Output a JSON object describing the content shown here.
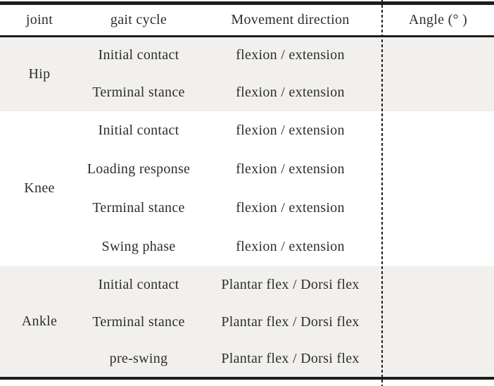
{
  "table": {
    "headers": {
      "joint": "joint",
      "gait_cycle": "gait cycle",
      "movement": "Movement direction",
      "angle": "Angle (° )"
    },
    "sections": [
      {
        "joint": "Hip",
        "rows": [
          {
            "gait": "Initial contact",
            "movement": "flexion / extension",
            "angle": ""
          },
          {
            "gait": "Terminal stance",
            "movement": "flexion / extension",
            "angle": ""
          }
        ]
      },
      {
        "joint": "Knee",
        "rows": [
          {
            "gait": "Initial contact",
            "movement": "flexion / extension",
            "angle": ""
          },
          {
            "gait": "Loading response",
            "movement": "flexion / extension",
            "angle": ""
          },
          {
            "gait": "Terminal stance",
            "movement": "flexion / extension",
            "angle": ""
          },
          {
            "gait": "Swing phase",
            "movement": "flexion / extension",
            "angle": ""
          }
        ]
      },
      {
        "joint": "Ankle",
        "rows": [
          {
            "gait": "Initial contact",
            "movement": "Plantar flex / Dorsi flex",
            "angle": ""
          },
          {
            "gait": "Terminal stance",
            "movement": "Plantar flex / Dorsi flex",
            "angle": ""
          },
          {
            "gait": "pre-swing",
            "movement": "Plantar flex / Dorsi flex",
            "angle": ""
          }
        ]
      }
    ],
    "colors": {
      "section_shade": "#f1f0ee",
      "row_white": "#ffffff",
      "text": "#2d2d2d",
      "rule": "#1c1c1c",
      "dashed_divider": "#1f1f1f"
    }
  }
}
